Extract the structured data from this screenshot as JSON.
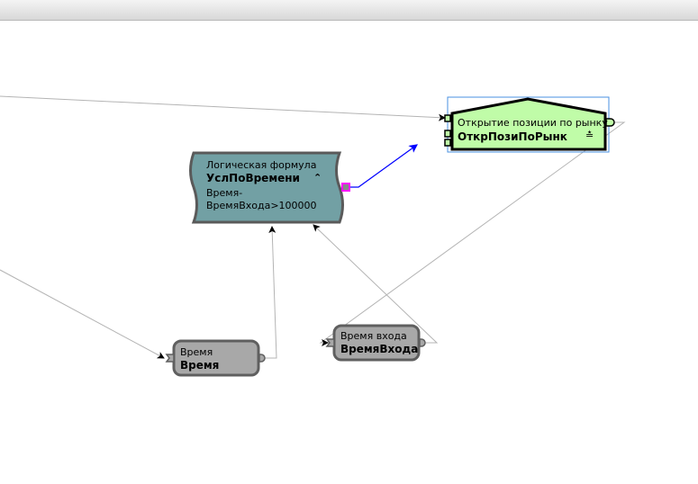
{
  "nodes": {
    "open_position": {
      "type": "Открытие позиции по рынку",
      "name": "ОткрПозиПоРынк",
      "color": "#c0fca8"
    },
    "logic_formula": {
      "type": "Логическая формула",
      "name": "УслПоВремени",
      "formula_line1": "Время-",
      "formula_line2": "ВремяВхода>100000",
      "color": "#72a0a4"
    },
    "time": {
      "type": "Время",
      "name": "Время",
      "color": "#a8a8a8"
    },
    "entry_time": {
      "type": "Время входа",
      "name": "ВремяВхода",
      "color": "#a8a8a8"
    }
  },
  "colors": {
    "link": "#b4b4b4",
    "selected_link": "#0000ff",
    "selected_port": "#ff00ff"
  }
}
